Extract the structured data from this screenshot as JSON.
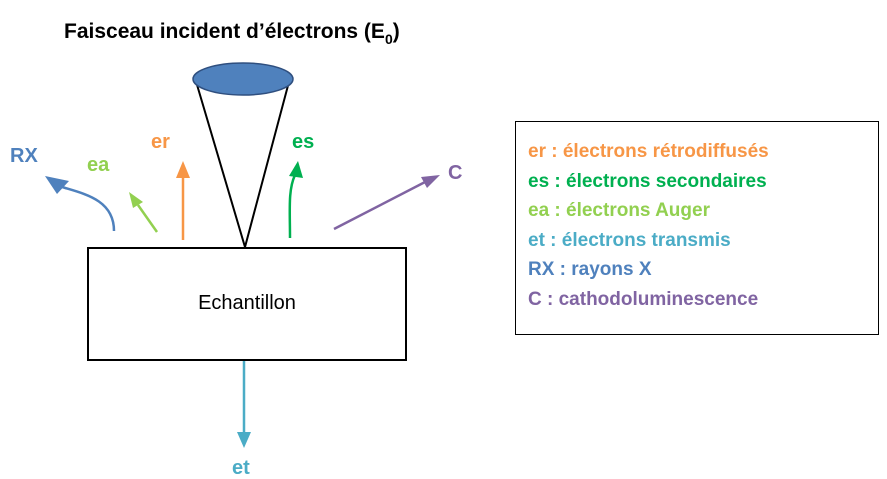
{
  "title": {
    "main": "Faisceau incident d’électrons (E",
    "subscript": "0",
    "close": ")"
  },
  "sample_label": "Echantillon",
  "signals": {
    "RX": {
      "label": "RX",
      "color": "#4F81BD"
    },
    "ea": {
      "label": "ea",
      "color": "#92D050"
    },
    "er": {
      "label": "er",
      "color": "#F79646"
    },
    "es": {
      "label": "es",
      "color": "#00B050"
    },
    "C": {
      "label": "C",
      "color": "#8064A2"
    },
    "et": {
      "label": "et",
      "color": "#4BACC6"
    }
  },
  "beam": {
    "ellipse_color": "#4F81BD"
  },
  "legend": [
    {
      "text": "er : électrons rétrodiffusés",
      "color": "#F79646"
    },
    {
      "text": "es : électrons secondaires",
      "color": "#00B050"
    },
    {
      "text": "ea : électrons Auger",
      "color": "#92D050"
    },
    {
      "text": "et : électrons transmis",
      "color": "#4BACC6"
    },
    {
      "text": "RX : rayons X",
      "color": "#4F81BD"
    },
    {
      "text": "C : cathodoluminescence",
      "color": "#8064A2"
    }
  ]
}
